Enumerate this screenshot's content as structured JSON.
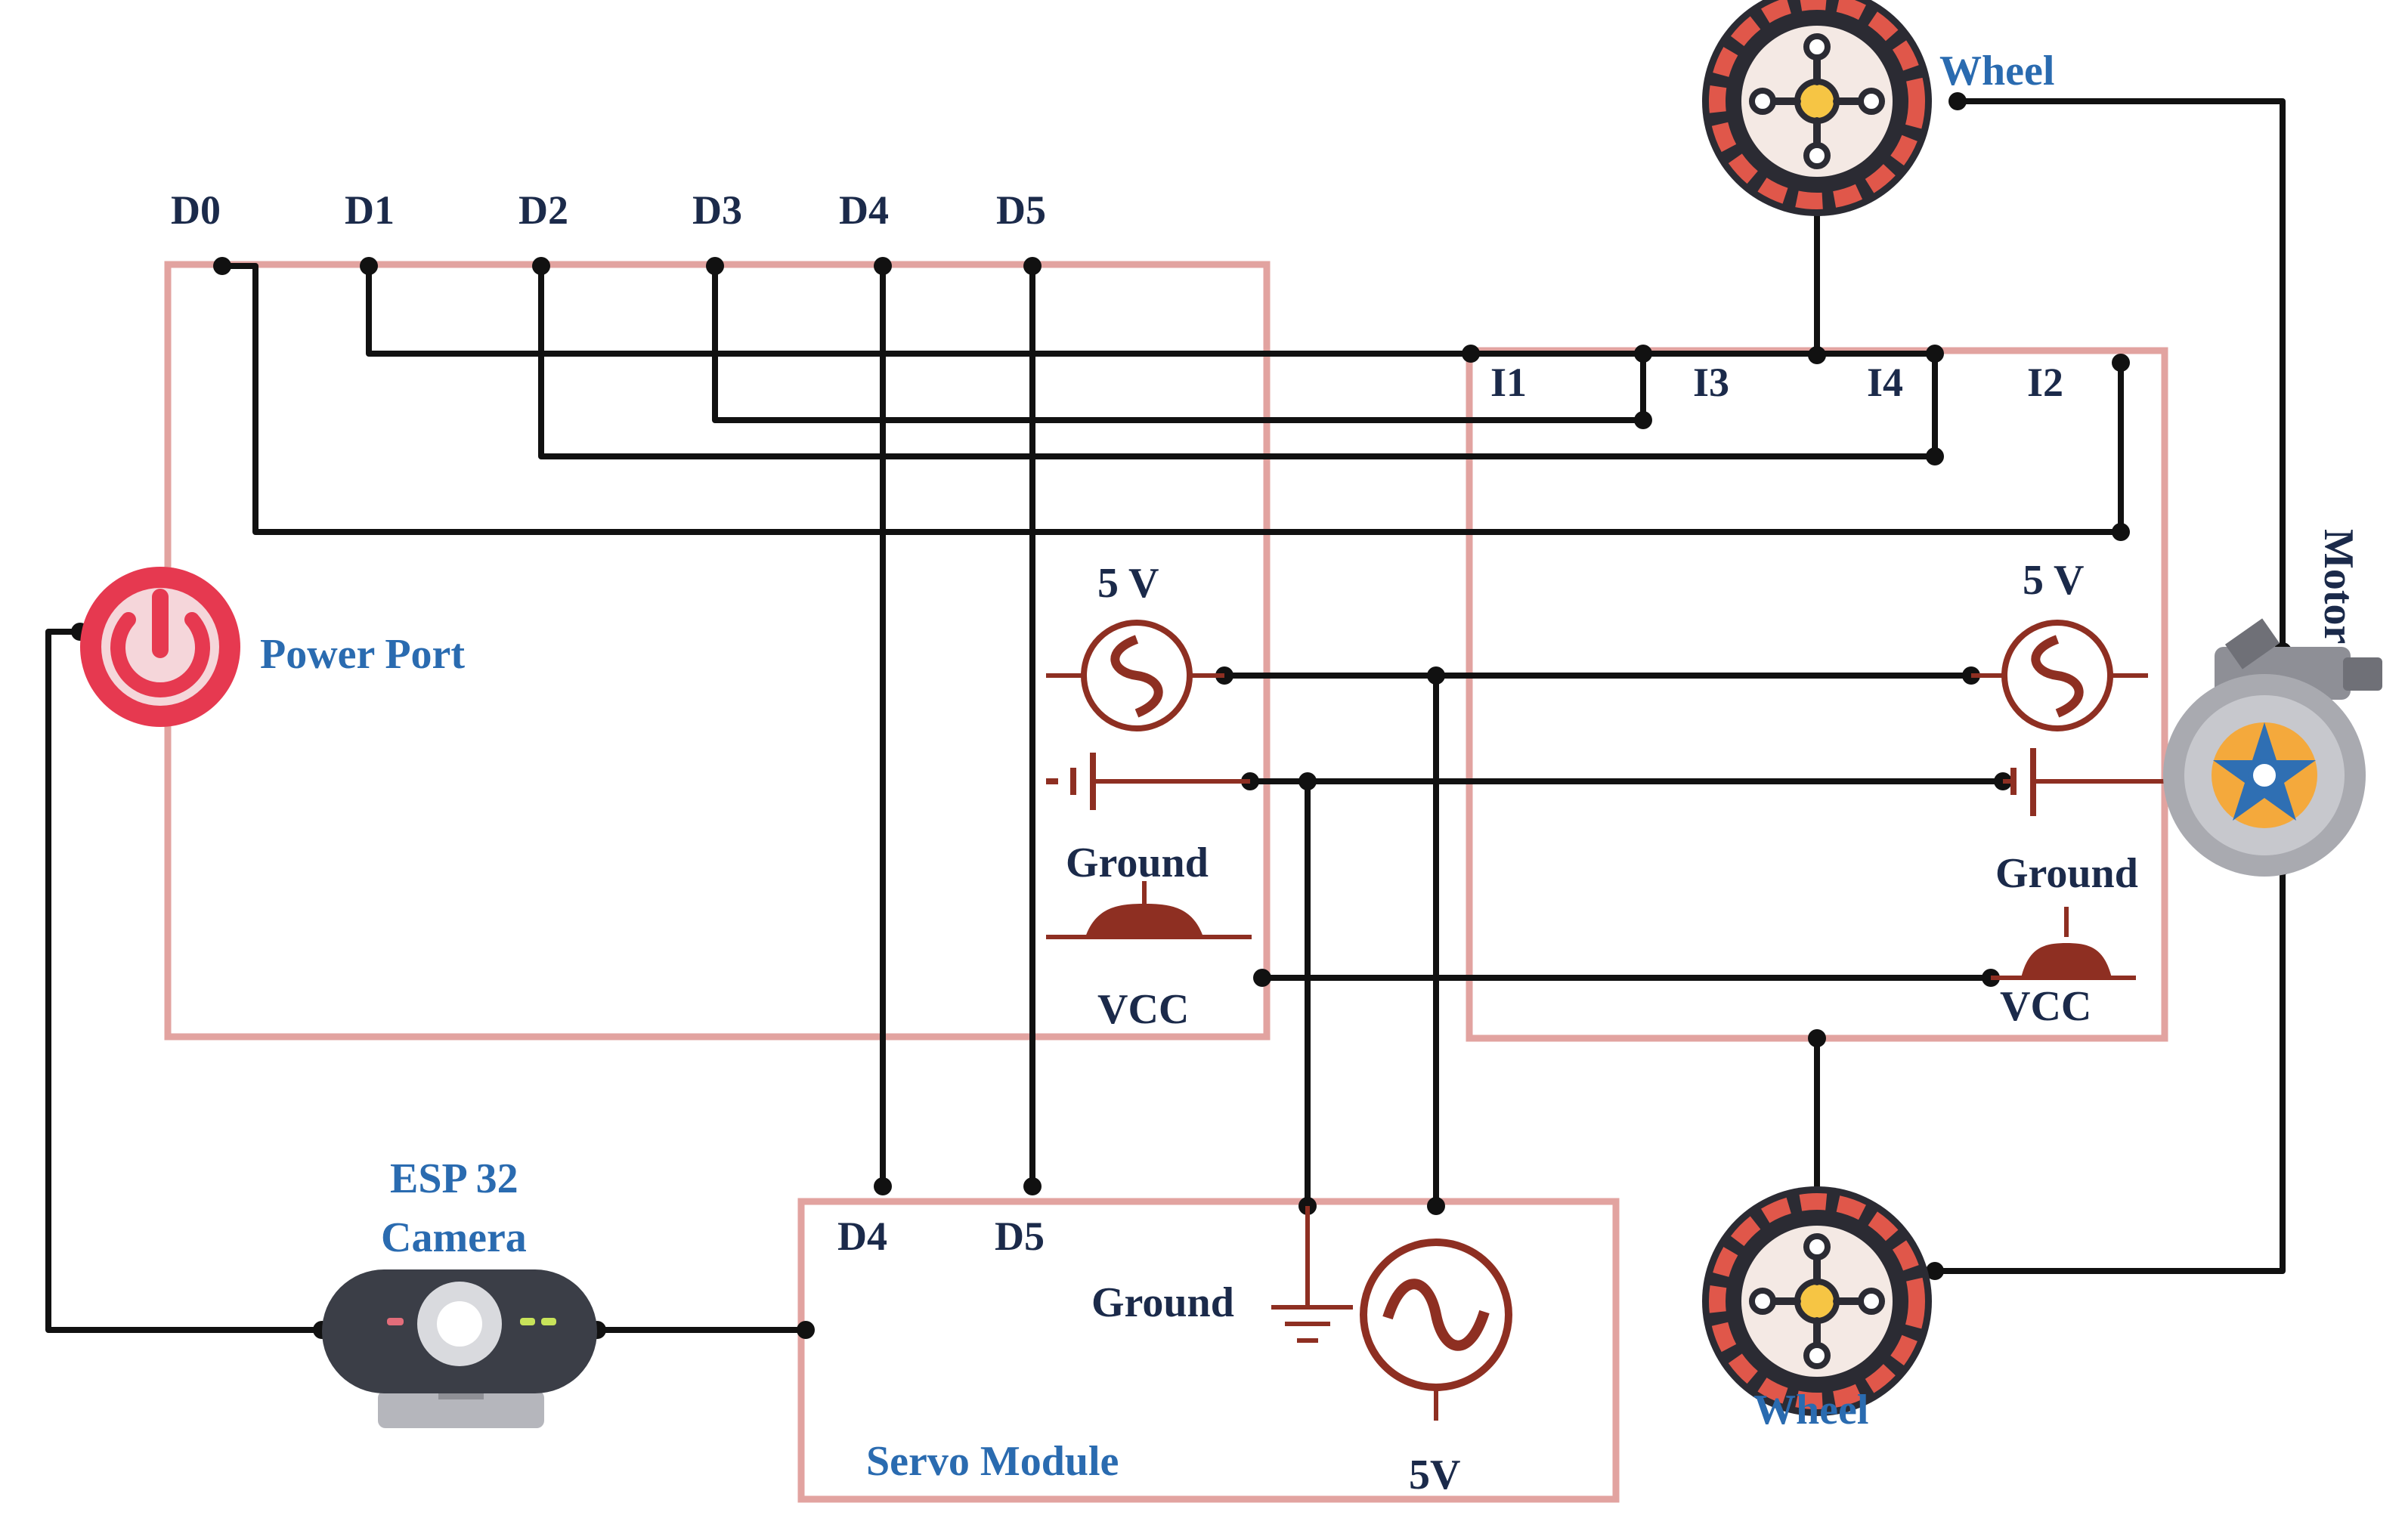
{
  "pins_top": [
    "D0",
    "D1",
    "D2",
    "D3",
    "D4",
    "D5"
  ],
  "driver_inputs": [
    "I1",
    "I3",
    "I4",
    "I2"
  ],
  "esp_module": {
    "power_port": "Power Port",
    "supply": "5 V",
    "ground": "Ground",
    "vcc": "VCC"
  },
  "driver_module": {
    "supply": "5 V",
    "ground": "Ground",
    "vcc": "VCC"
  },
  "servo_module": {
    "title": "Servo Module",
    "pin_a": "D4",
    "pin_b": "D5",
    "ground": "Ground",
    "supply": "5V"
  },
  "camera": {
    "line1": "ESP 32",
    "line2": "Camera"
  },
  "motor": "Motor",
  "wheel_top": "Wheel",
  "wheel_bottom": "Wheel",
  "colors": {
    "box_outline": "#e2a3a0",
    "symbol": "#8e2f22",
    "label_dark": "#1b2a4a",
    "label_blue": "#2a6bb0",
    "wire": "#111111"
  }
}
